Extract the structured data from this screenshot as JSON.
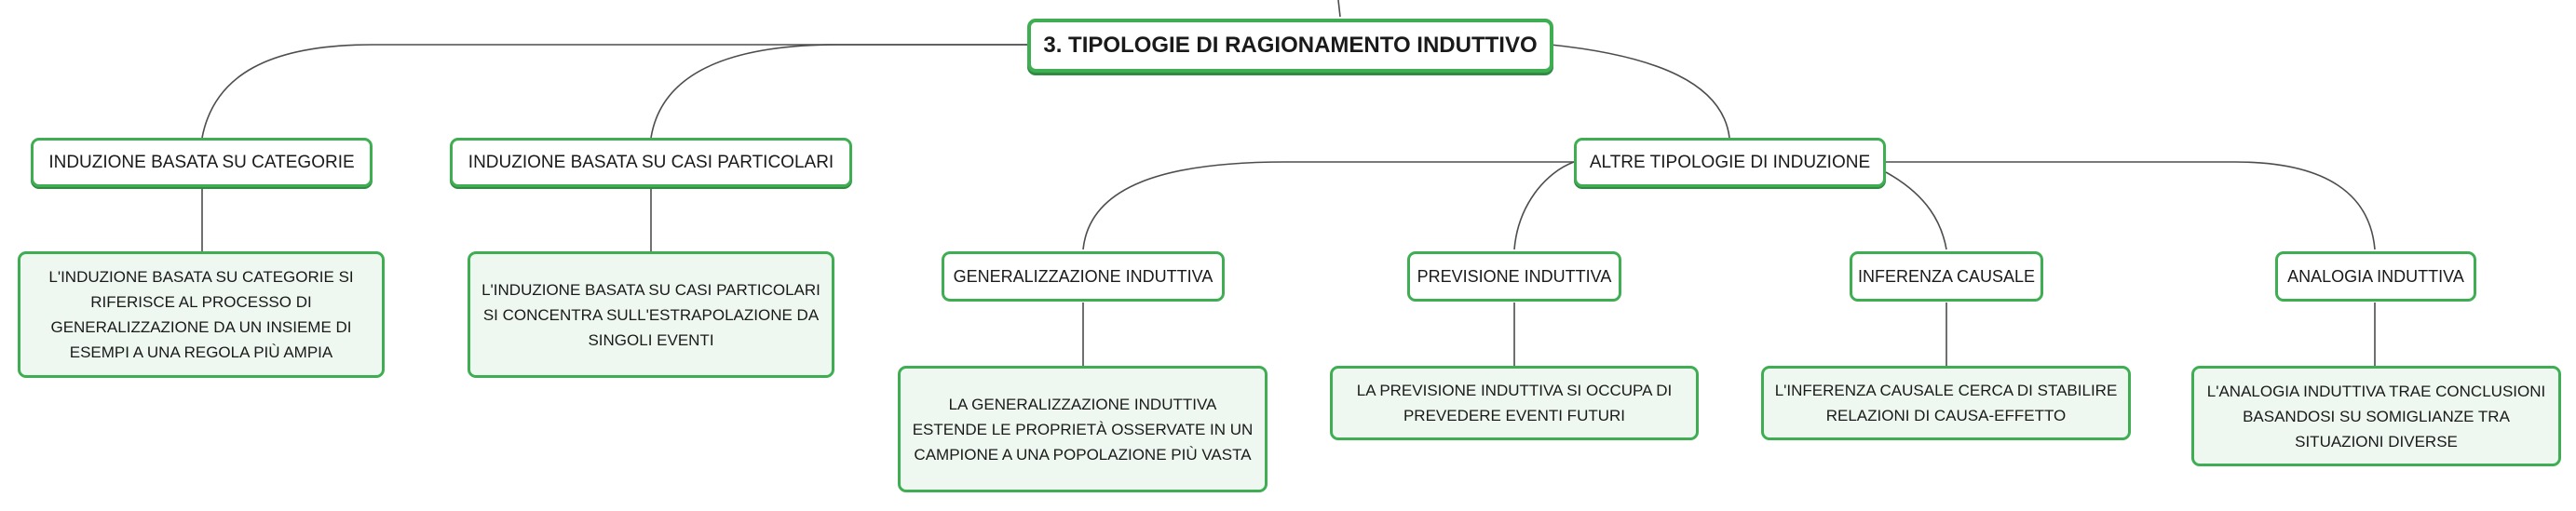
{
  "root": {
    "label": "3. TIPOLOGIE DI RAGIONAMENTO INDUTTIVO"
  },
  "categories": [
    {
      "label": "INDUZIONE BASATA SU CATEGORIE",
      "description": "L'INDUZIONE BASATA SU CATEGORIE SI RIFERISCE AL PROCESSO DI GENERALIZZAZIONE DA UN INSIEME DI ESEMPI A UNA REGOLA PIÙ AMPIA"
    },
    {
      "label": "INDUZIONE BASATA SU CASI PARTICOLARI",
      "description": "L'INDUZIONE BASATA SU CASI PARTICOLARI SI CONCENTRA SULL'ESTRAPOLAZIONE DA SINGOLI EVENTI"
    },
    {
      "label": "ALTRE TIPOLOGIE DI INDUZIONE"
    }
  ],
  "subtypes": [
    {
      "label": "GENERALIZZAZIONE INDUTTIVA",
      "description": "LA GENERALIZZAZIONE INDUTTIVA ESTENDE LE PROPRIETÀ OSSERVATE IN UN CAMPIONE A UNA POPOLAZIONE PIÙ VASTA"
    },
    {
      "label": "PREVISIONE INDUTTIVA",
      "description": "LA PREVISIONE INDUTTIVA SI OCCUPA DI PREVEDERE EVENTI FUTURI"
    },
    {
      "label": "INFERENZA CAUSALE",
      "description": "L'INFERENZA CAUSALE CERCA DI STABILIRE RELAZIONI DI CAUSA-EFFETTO"
    },
    {
      "label": "ANALOGIA INDUTTIVA",
      "description": "L'ANALOGIA INDUTTIVA TRAE CONCLUSIONI BASANDOSI SU SOMIGLIANZE TRA SITUAZIONI DIVERSE"
    }
  ],
  "colors": {
    "border": "#3fae53",
    "description_fill": "#eef8f0",
    "connector": "#4d4d4d"
  }
}
